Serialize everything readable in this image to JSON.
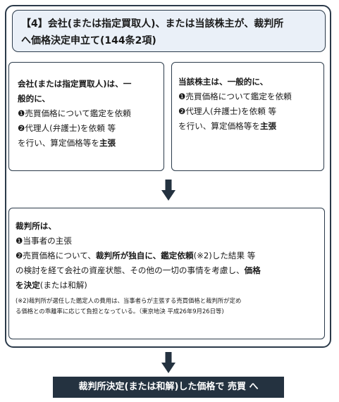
{
  "header": {
    "line1": "【4】会社(または指定買取人)、または当該株主が、裁判所",
    "line2": "へ価格決定申立て(144条2項)"
  },
  "company_box": {
    "title_line1": "会社(または指定買取人)は、一",
    "title_line2": "般的に、",
    "item1": "❶売買価格について鑑定を依頼",
    "item2": "❷代理人(弁護士)を依頼 等",
    "conclusion_pre": "を行い、算定価格等を",
    "conclusion_bold": "主張"
  },
  "shareholder_box": {
    "title": "当該株主は、一般的に、",
    "item1": "❶売買価格について鑑定を依頼",
    "item2": "❷代理人(弁護士)を依頼 等",
    "conclusion_pre": "を行い、算定価格等を",
    "conclusion_bold": "主張"
  },
  "court_box": {
    "title": "裁判所は、",
    "item1": "❶当事者の主張",
    "item2_pre": "❷売買価格について、",
    "item2_bold1": "裁判所が独自に、鑑定依頼",
    "item2_mid": "(※2)した結果 等",
    "line3_pre": "の検討を経て会社の資産状態、その他の一切の事情を考慮し、",
    "line3_bold": "価格",
    "line4_bold": "を決定",
    "line4_post": "(または和解)",
    "note_line1": "(※2)裁判所が選任した鑑定人の費用は、当事者らが主張する売買価格と裁判所が定め",
    "note_line2": "る価格との乖離率に応じて負担となっている。（東京地決 平成26年9月26日等)"
  },
  "footer": {
    "label": "裁判所決定(または和解)した価格で 売買 へ"
  },
  "colors": {
    "border": "#2b3a4a",
    "header_bg": "#eaf0f8",
    "arrow": "#243240",
    "footer_bg": "#243240",
    "footer_text": "#ffffff"
  },
  "icons": {
    "arrow": "down-arrow-icon"
  }
}
